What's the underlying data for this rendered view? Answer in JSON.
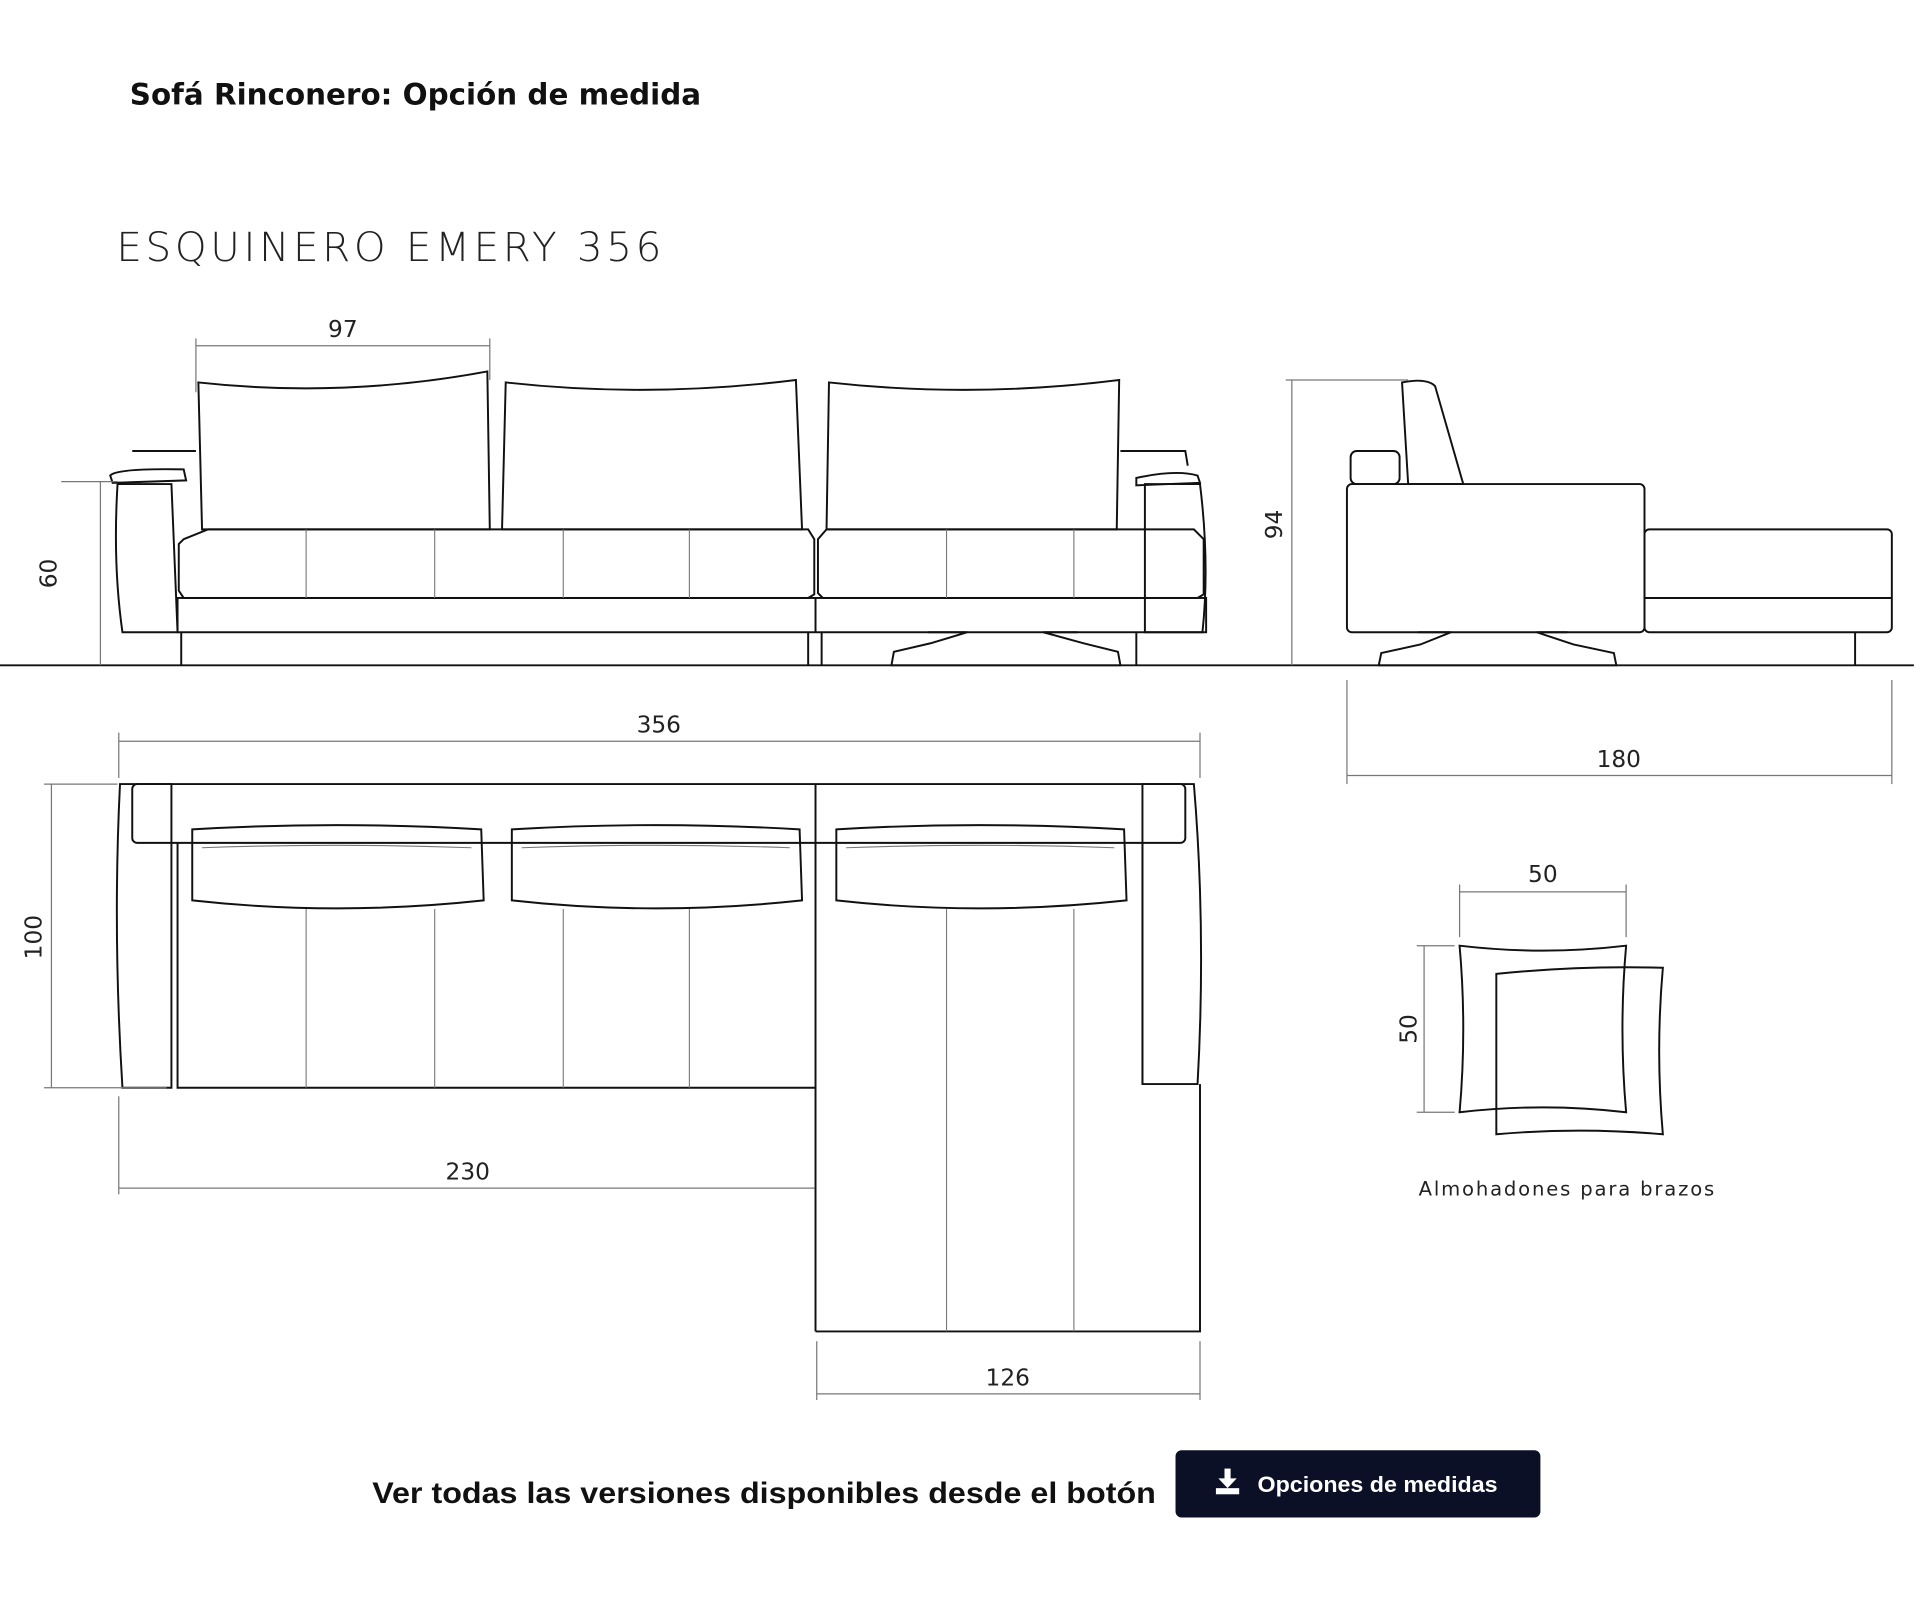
{
  "page": {
    "heading": "Sofá Rinconero: Opción de medida",
    "model_name": "ESQUINERO EMERY 356"
  },
  "dimensions": {
    "back_cushion_width": "97",
    "seat_height": "60",
    "total_height": "94",
    "total_width": "356",
    "chaise_length": "180",
    "depth": "100",
    "sofa_section_width": "230",
    "chaise_width": "126",
    "arm_pillow_width": "50",
    "arm_pillow_height": "50"
  },
  "arm_pillow_caption": "Almohadones para brazos",
  "cta": {
    "text": "Ver todas las versiones disponibles desde el botón",
    "button_label": "Opciones de medidas",
    "button_icon": "download-icon",
    "button_color": "#0b1026"
  }
}
